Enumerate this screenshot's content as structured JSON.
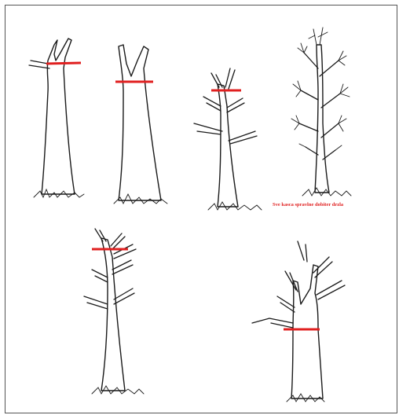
{
  "caption": "Sve kasca spravlne dobiter drzla",
  "colors": {
    "cut_line": "#e02020",
    "line_art": "#1a1a1a",
    "frame": "#555555"
  },
  "trees": [
    {
      "id": 1,
      "description_icon": "tree-cut-high-icon"
    },
    {
      "id": 2,
      "description_icon": "tree-cut-fork-icon"
    },
    {
      "id": 3,
      "description_icon": "tree-cut-crown-icon"
    },
    {
      "id": 4,
      "description_icon": "tree-regrown-icon"
    },
    {
      "id": 5,
      "description_icon": "tree-cut-mid-icon"
    },
    {
      "id": 6,
      "description_icon": "tree-cut-low-icon"
    }
  ]
}
